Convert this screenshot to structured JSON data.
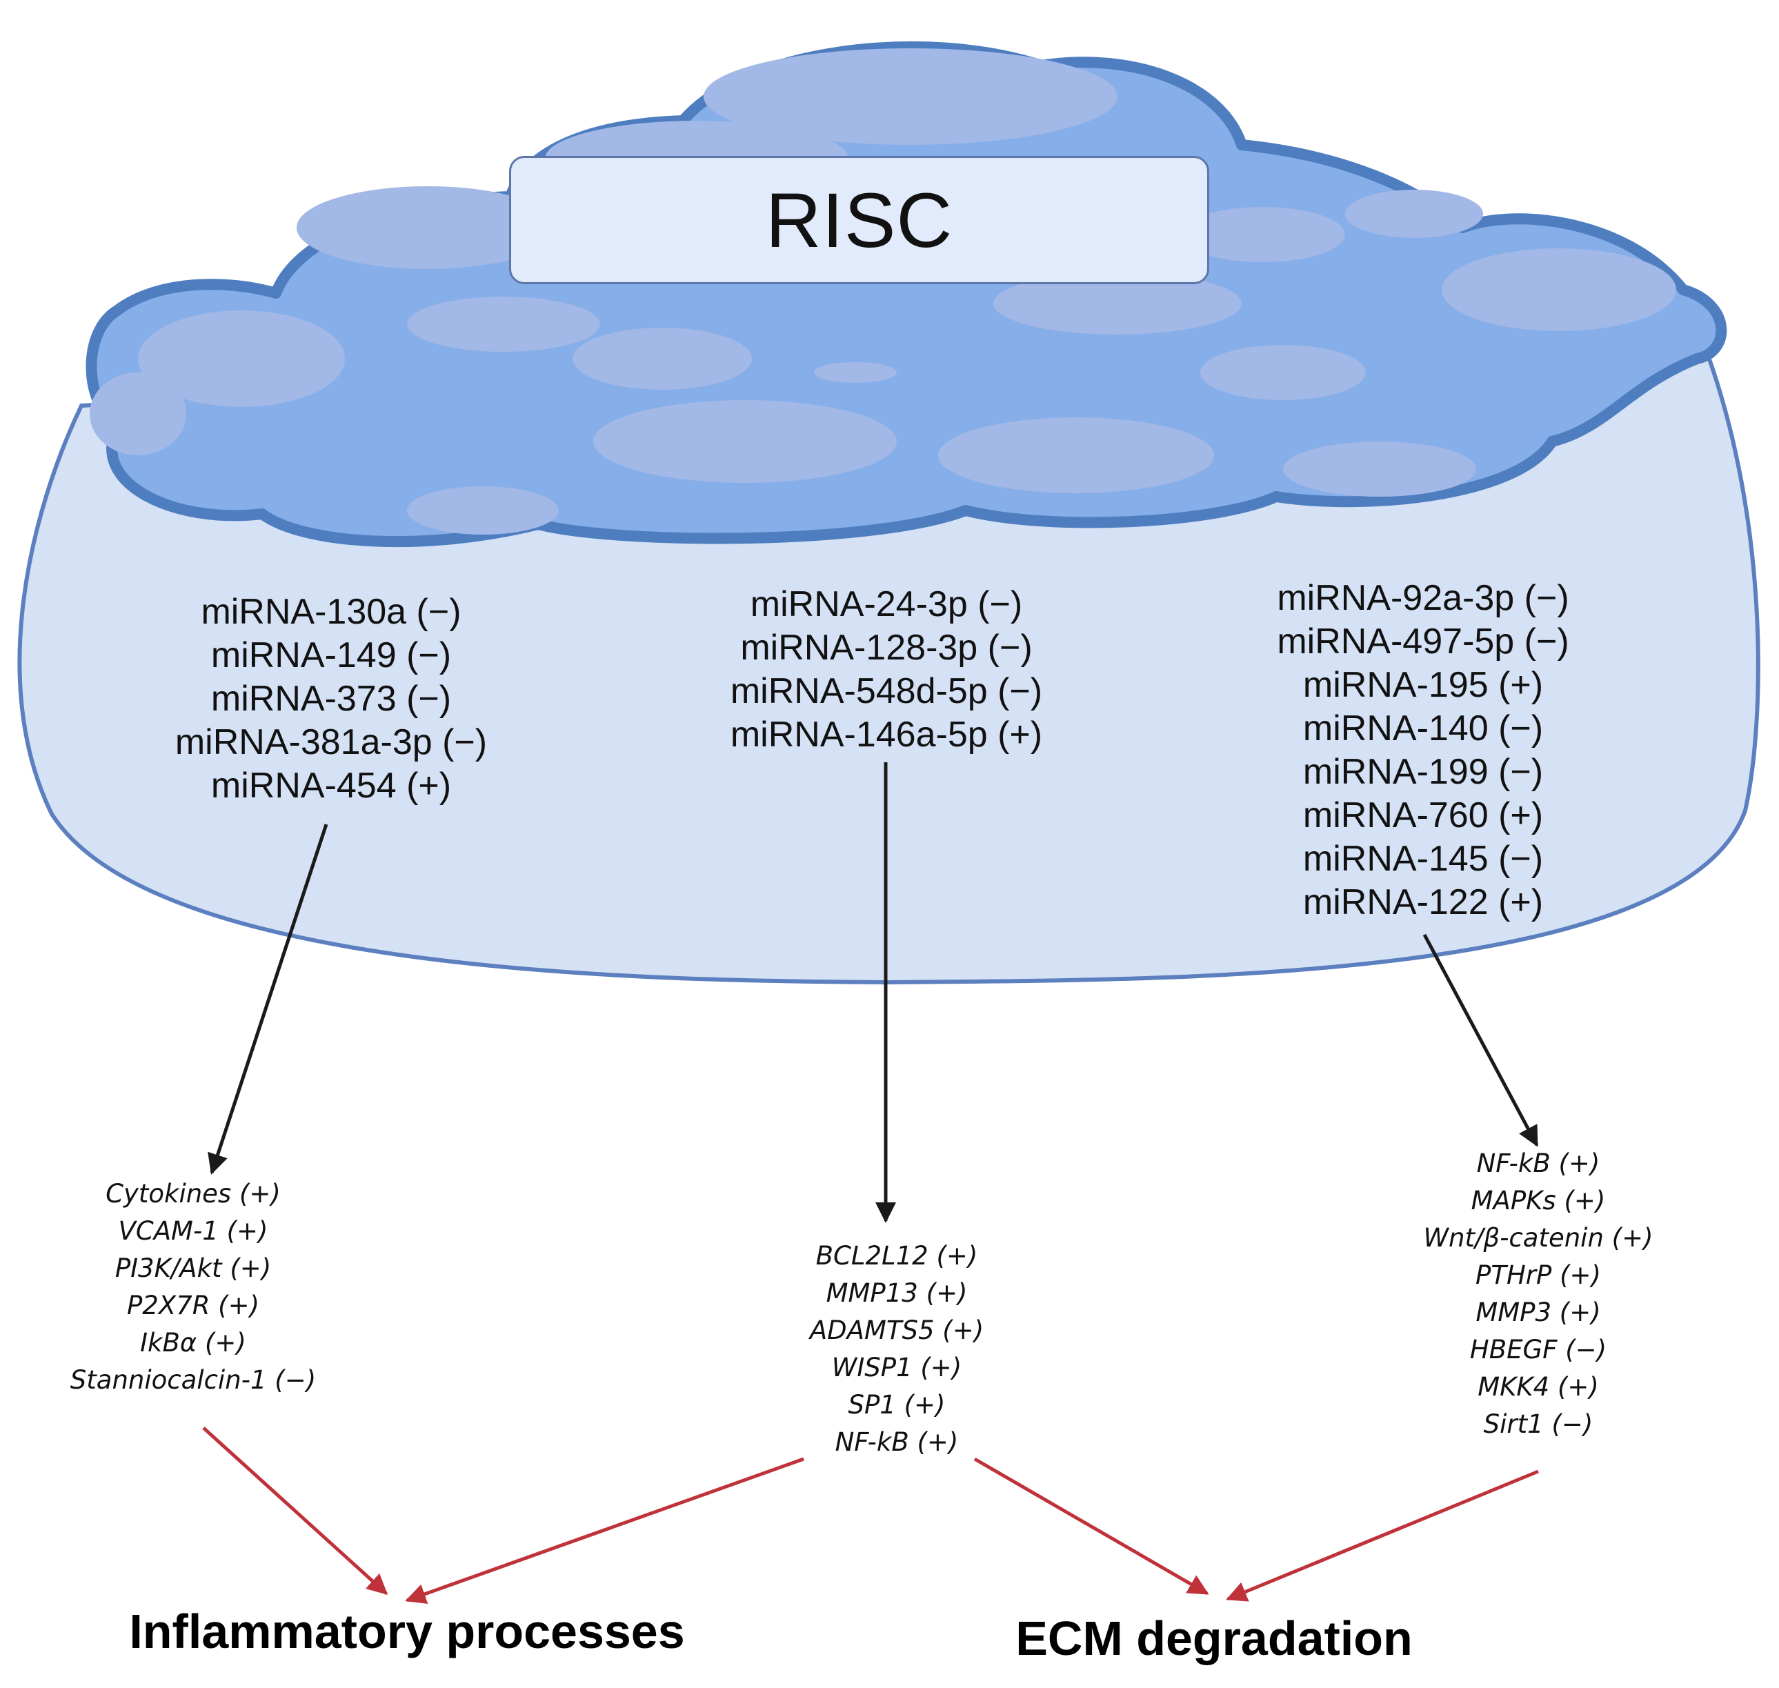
{
  "title": "RISC",
  "groups": [
    {
      "mirnas": [
        "miRNA-130a (−)",
        "miRNA-149 (−)",
        "miRNA-373 (−)",
        "miRNA-381a-3p (−)",
        "miRNA-454 (+)"
      ],
      "targets": [
        "Cytokines (+)",
        "VCAM-1 (+)",
        "PI3K/Akt (+)",
        "P2X7R (+)",
        "IkBα (+)",
        "Stanniocalcin-1 (−)"
      ]
    },
    {
      "mirnas": [
        "miRNA-24-3p (−)",
        "miRNA-128-3p (−)",
        "miRNA-548d-5p (−)",
        "miRNA-146a-5p (+)"
      ],
      "targets": [
        "BCL2L12 (+)",
        "MMP13 (+)",
        "ADAMTS5 (+)",
        "WISP1 (+)",
        "SP1 (+)",
        "NF-kB (+)"
      ]
    },
    {
      "mirnas": [
        "miRNA-92a-3p (−)",
        "miRNA-497-5p (−)",
        "miRNA-195 (+)",
        "miRNA-140 (−)",
        "miRNA-199 (−)",
        "miRNA-760 (+)",
        "miRNA-145 (−)",
        "miRNA-122 (+)"
      ],
      "targets": [
        "NF-kB (+)",
        "MAPKs (+)",
        "Wnt/β-catenin (+)",
        "PTHrP (+)",
        "MMP3 (+)",
        "HBEGF (−)",
        "MKK4 (+)",
        "Sirt1 (−)"
      ]
    }
  ],
  "outcomes": {
    "inflammatory": "Inflammatory processes",
    "ecm": "ECM degradation"
  },
  "colors": {
    "bowl_fill": "#d5e1f4",
    "bowl_stroke": "#5b7fbf",
    "blob_fill": "#86aee8",
    "blob_stroke": "#4f7ec0",
    "blob_patch": "#a2b8e6",
    "black_arrow": "#1a1a1a",
    "red_arrow": "#c0323a"
  }
}
